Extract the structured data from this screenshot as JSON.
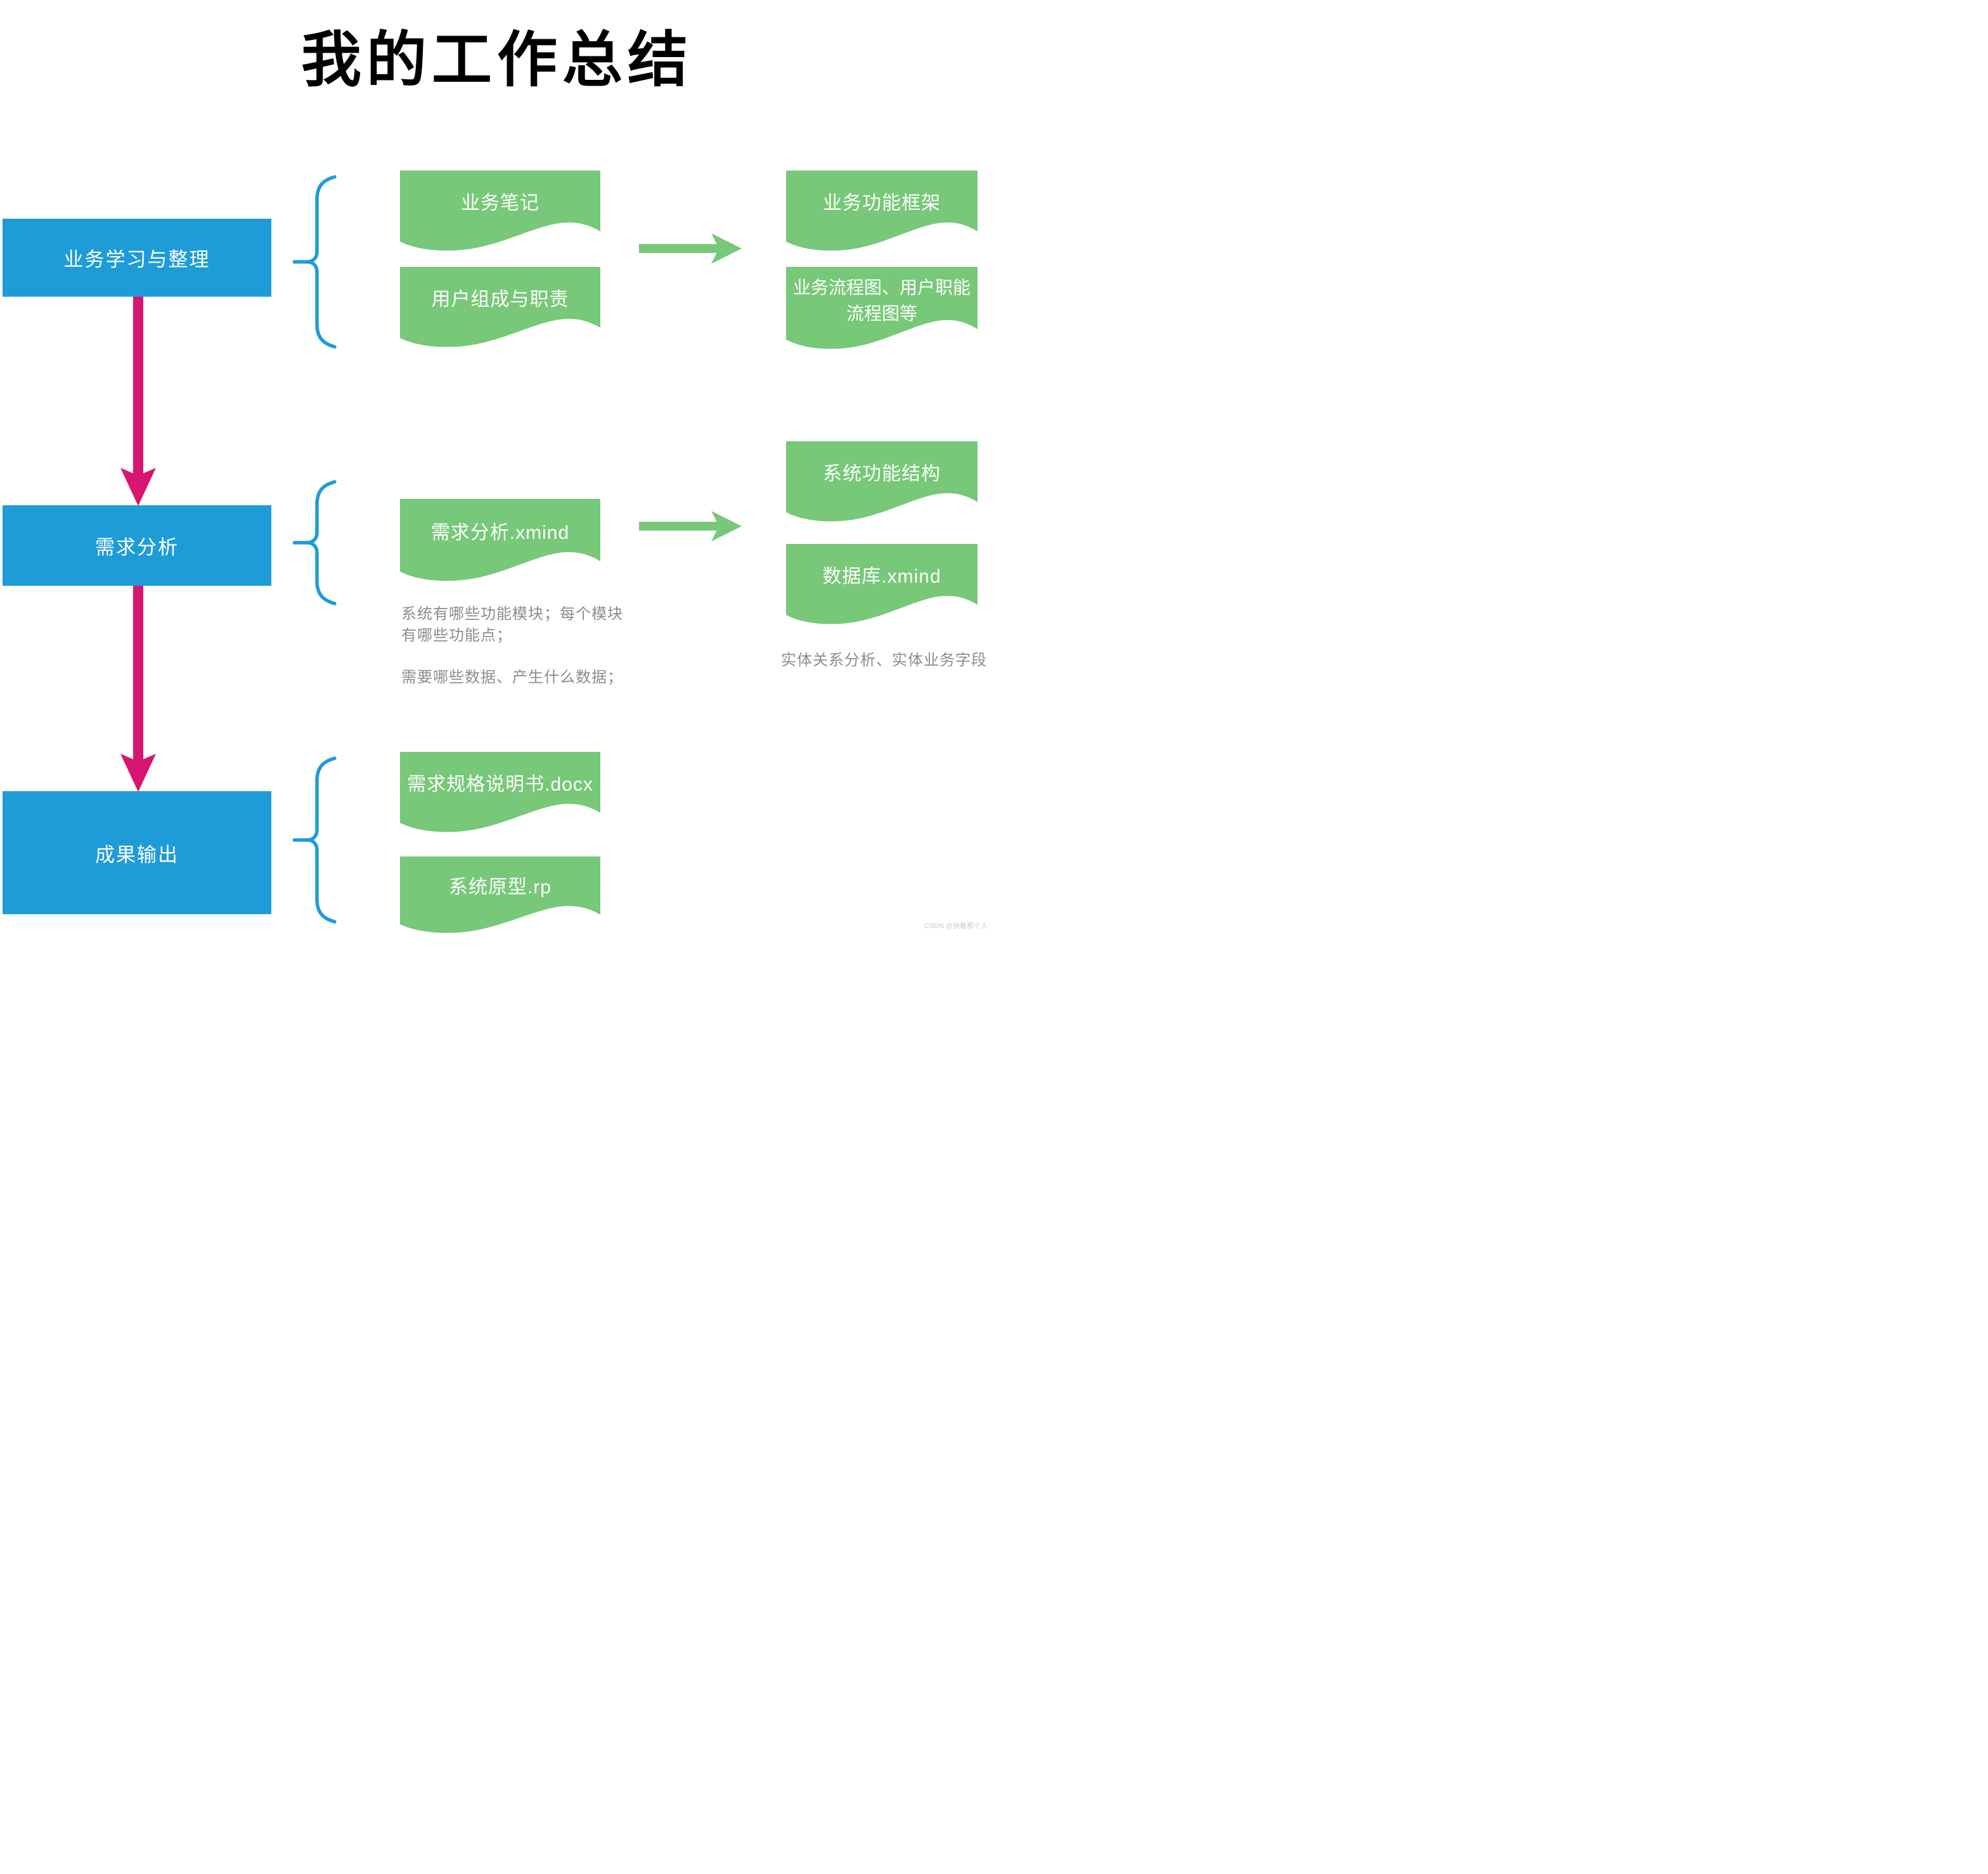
{
  "title": "我的工作总结",
  "colors": {
    "stage_blue": "#1e9cd8",
    "doc_green": "#77c878",
    "arrow_pink": "#d8156f",
    "note_gray": "#8c8c8c"
  },
  "stages": [
    {
      "label": "业务学习与整理"
    },
    {
      "label": "需求分析"
    },
    {
      "label": "成果输出"
    }
  ],
  "middle_documents": [
    {
      "label": "业务笔记"
    },
    {
      "label": "用户组成与职责"
    },
    {
      "label": "需求分析.xmind"
    },
    {
      "label": "需求规格说明书.docx"
    },
    {
      "label": "系统原型.rp"
    }
  ],
  "right_documents": [
    {
      "label": "业务功能框架"
    },
    {
      "label": "业务流程图、用户职能流程图等"
    },
    {
      "label": "系统功能结构"
    },
    {
      "label": "数据库.xmind"
    }
  ],
  "notes": {
    "requirement_lines": [
      "系统有哪些功能模块；每个模块",
      "有哪些功能点；"
    ],
    "data_line": "需要哪些数据、产生什么数据；",
    "entity_line": "实体关系分析、实体业务字段"
  },
  "watermark": "CSDN @快看那个人"
}
